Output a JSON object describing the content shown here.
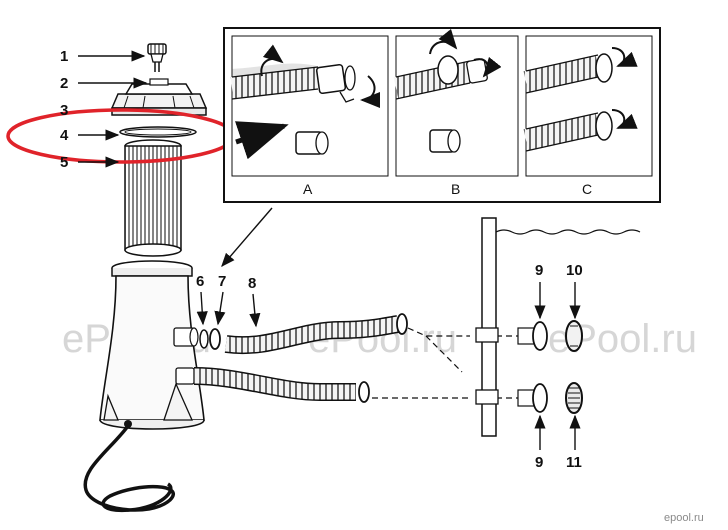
{
  "callouts": {
    "n1": "1",
    "n2": "2",
    "n3": "3",
    "n4": "4",
    "n5": "5",
    "n6": "6",
    "n7": "7",
    "n8": "8",
    "n9_top": "9",
    "n10": "10",
    "n9_bottom": "9",
    "n11": "11"
  },
  "inset": {
    "panel_a": "A",
    "panel_b": "B",
    "panel_c": "C"
  },
  "watermark": {
    "left": "ePool.ru",
    "center": "ePool.ru",
    "right": "ePool.ru",
    "corner": "epool.ru"
  },
  "colors": {
    "line": "#111111",
    "highlight": "#e0232a",
    "watermark": "#d6d6d6"
  }
}
